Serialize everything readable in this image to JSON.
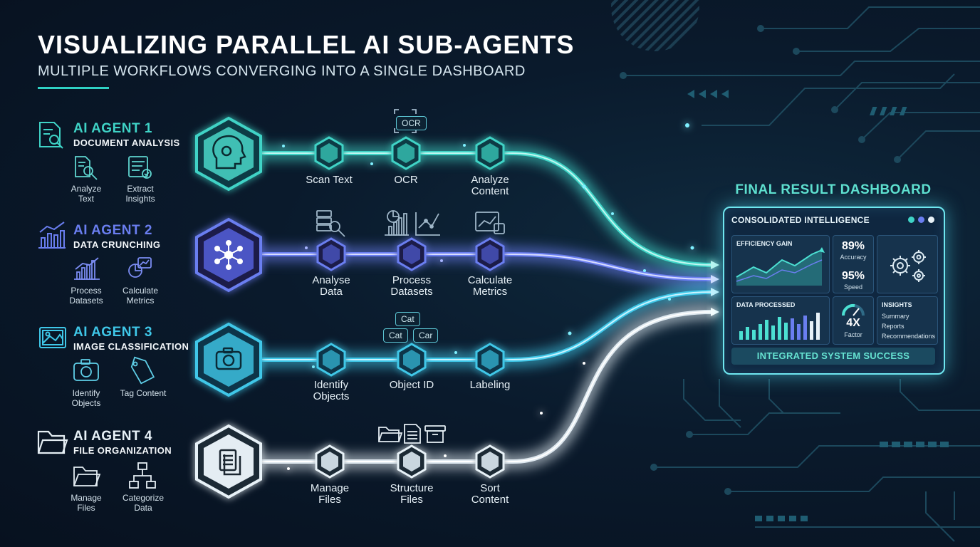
{
  "header": {
    "title": "VISUALIZING PARALLEL AI SUB-AGENTS",
    "subtitle": "MULTIPLE WORKFLOWS CONVERGING INTO A SINGLE DASHBOARD"
  },
  "colors": {
    "agent1": "#3fd3c6",
    "agent2": "#6a7ef0",
    "agent3": "#3fc7e8",
    "agent4": "#e8f2f8",
    "accent": "#2fd1c4"
  },
  "agents": [
    {
      "name": "AI AGENT 1",
      "task": "DOCUMENT ANALYSIS",
      "icon": "document-search-icon",
      "hub_icon": "brain-gear-icon",
      "subtasks": [
        {
          "label": "Analyze\nText",
          "icon": "magnifier-document-icon"
        },
        {
          "label": "Extract\nInsights",
          "icon": "checklist-icon"
        }
      ],
      "steps": [
        "Scan Text",
        "OCR",
        "Analyze\nContent"
      ],
      "top_icons": [
        "ocr-icon"
      ],
      "tags": [
        "OCR"
      ]
    },
    {
      "name": "AI AGENT 2",
      "task": "DATA CRUNCHING",
      "icon": "line-bar-chart-icon",
      "hub_icon": "network-node-icon",
      "subtasks": [
        {
          "label": "Process\nDatasets",
          "icon": "bar-trend-icon"
        },
        {
          "label": "Calculate\nMetrics",
          "icon": "pie-formula-icon"
        }
      ],
      "steps": [
        "Analyse\nData",
        "Process\nDatasets",
        "Calculate\nMetrics"
      ],
      "top_icons": [
        "server-search-icon",
        "pie-bar-icon",
        "scatter-icon",
        "chart-formula-icon"
      ]
    },
    {
      "name": "AI AGENT 3",
      "task": "IMAGE CLASSIFICATION",
      "icon": "image-icon",
      "hub_icon": "camera-icon",
      "subtasks": [
        {
          "label": "Identify\nObjects",
          "icon": "camera-icon"
        },
        {
          "label": "Tag Content",
          "icon": "tag-icon"
        }
      ],
      "steps": [
        "Identify\nObjects",
        "Object ID",
        "Labeling"
      ],
      "tags": [
        "Cat",
        "Cat",
        "Car"
      ]
    },
    {
      "name": "AI AGENT 4",
      "task": "FILE ORGANIZATION",
      "icon": "folder-icon",
      "hub_icon": "documents-icon",
      "subtasks": [
        {
          "label": "Manage\nFiles",
          "icon": "folder-icon"
        },
        {
          "label": "Categorize\nData",
          "icon": "hierarchy-icon"
        }
      ],
      "steps": [
        "Manage\nFiles",
        "Structure\nFiles",
        "Sort\nContent"
      ],
      "top_icons": [
        "folder-icon",
        "document-icon",
        "archive-box-icon"
      ]
    }
  ],
  "dashboard": {
    "title": "FINAL RESULT DASHBOARD",
    "header": "CONSOLIDATED INTELLIGENCE",
    "window_dots": [
      "#3fd3c6",
      "#6a7ef0",
      "#e8f2f8"
    ],
    "efficiency_label": "EFFICIENCY GAIN",
    "accuracy_value": "89%",
    "accuracy_label": "Accuracy",
    "speed_value": "95%",
    "speed_label": "Speed",
    "data_label": "DATA PROCESSED",
    "factor_value": "4X",
    "factor_label": "Factor",
    "insights_label": "INSIGHTS",
    "insights_items": [
      "Summary",
      "Reports",
      "Recommendations"
    ],
    "footer": "INTEGRATED SYSTEM SUCCESS",
    "gear_icon": "gears-icon",
    "gauge_icon": "speed-gauge-icon"
  }
}
